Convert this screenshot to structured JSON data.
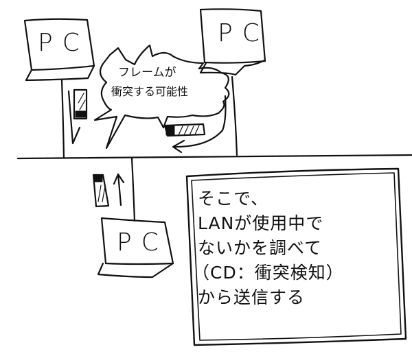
{
  "diagram": {
    "type": "hand-drawn network collision illustration",
    "nodes": [
      {
        "id": "pc-top-left",
        "label": "PC"
      },
      {
        "id": "pc-top-right",
        "label": "PC"
      },
      {
        "id": "pc-bottom",
        "label": "PC"
      }
    ],
    "bus": {
      "label": ""
    },
    "frames": [
      {
        "from": "pc-top-left",
        "direction": "down"
      },
      {
        "from": "pc-top-right",
        "direction": "left"
      },
      {
        "from": "pc-bottom",
        "direction": "up"
      }
    ],
    "callout": {
      "line1": "フレームが",
      "line2": "衝突する可能性"
    },
    "note": {
      "lines": [
        "そこで、",
        "LANが使用中で",
        "ないかを調べて",
        "（CD：衝突検知）",
        "から送信する"
      ]
    }
  },
  "colors": {
    "ink": "#111111",
    "paper": "#ffffff"
  }
}
